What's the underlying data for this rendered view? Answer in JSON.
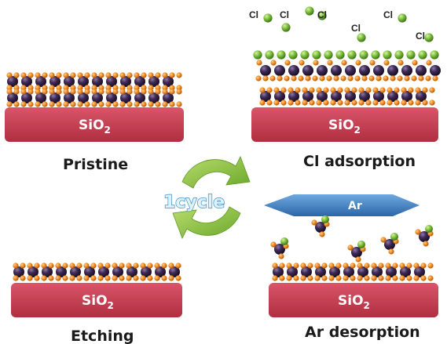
{
  "panels": {
    "pristine": {
      "substrate_label": "SiO",
      "substrate_subscript": "2",
      "caption": "Pristine"
    },
    "cl_adsorption": {
      "substrate_label": "SiO",
      "substrate_subscript": "2",
      "caption": "Cl adsorption",
      "cl_labels": [
        "Cl",
        "Cl",
        "Cl",
        "Cl",
        "Cl",
        "Cl"
      ]
    },
    "ar_desorption": {
      "substrate_label": "SiO",
      "substrate_subscript": "2",
      "caption": "Ar desorption",
      "beam_label": "Ar"
    },
    "etching": {
      "substrate_label": "SiO",
      "substrate_subscript": "2",
      "caption": "Etching"
    }
  },
  "cycle": {
    "label": "1cycle"
  },
  "colors": {
    "substrate": "#c9384a",
    "orange_atom": "#f08a24",
    "dark_atom": "#3e2a55",
    "green_atom": "#7cbf3a",
    "arrow_green": "#8cc63f",
    "beam_blue": "#3c7fc4"
  }
}
